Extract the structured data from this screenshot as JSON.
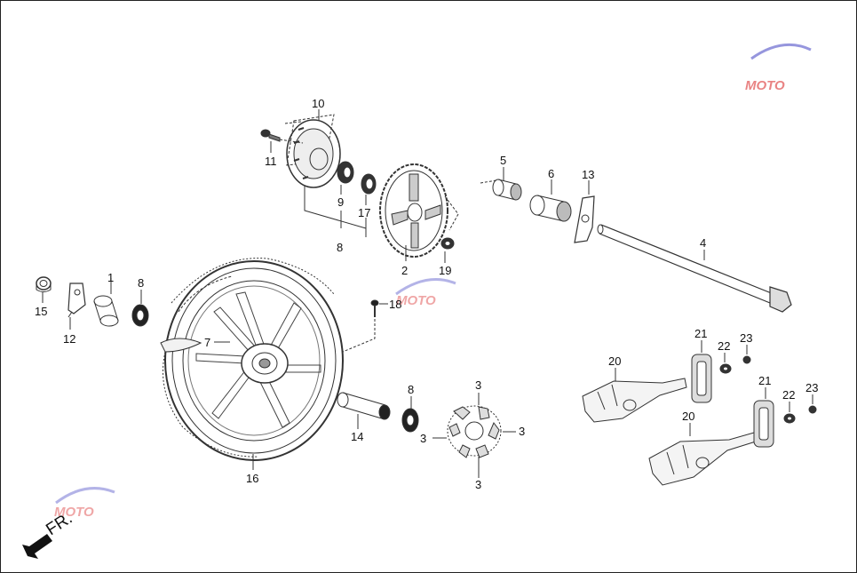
{
  "diagram": {
    "direction_label": "FR.",
    "watermark_text": "MOTO",
    "colors": {
      "ink": "#1a1a1a",
      "part": "#555555",
      "watermark_red": "#e05050",
      "watermark_blue": "#6a6ad0"
    },
    "labels": {
      "p1": "1",
      "p2": "2",
      "p3a": "3",
      "p3b": "3",
      "p3c": "3",
      "p3d": "3",
      "p4": "4",
      "p5": "5",
      "p6": "6",
      "p7": "7",
      "p8a": "8",
      "p8b": "8",
      "p8c": "8",
      "p9": "9",
      "p10": "10",
      "p11": "11",
      "p12": "12",
      "p13": "13",
      "p14": "14",
      "p15": "15",
      "p16": "16",
      "p17": "17",
      "p18": "18",
      "p19": "19",
      "p20a": "20",
      "p20b": "20",
      "p21a": "21",
      "p21b": "21",
      "p22a": "22",
      "p22b": "22",
      "p23a": "23",
      "p23b": "23"
    }
  }
}
